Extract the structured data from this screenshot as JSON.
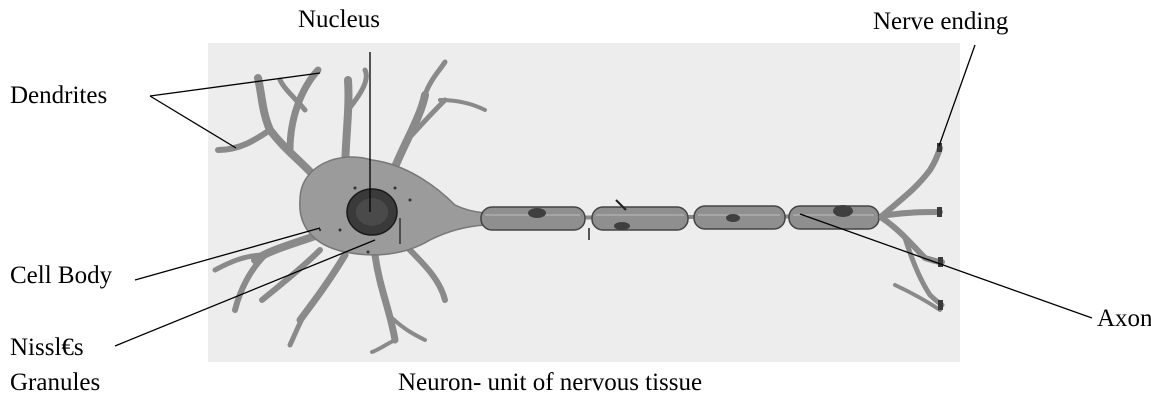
{
  "labels": {
    "nucleus": "Nucleus",
    "nerve_ending": "Nerve ending",
    "dendrites": "Dendrites",
    "cell_body": "Cell Body",
    "nissl_line1": "Nissl€s",
    "nissl_line2": "Granules",
    "axon": "Axon"
  },
  "caption": "Neuron- unit of nervous tissue",
  "colors": {
    "panel_background": "#ededed",
    "cell_fill": "#9b9b9b",
    "nucleus_fill": "#3a3a3a",
    "myelin_fill": "#8f8f8f",
    "outline": "#1a1a1a"
  }
}
